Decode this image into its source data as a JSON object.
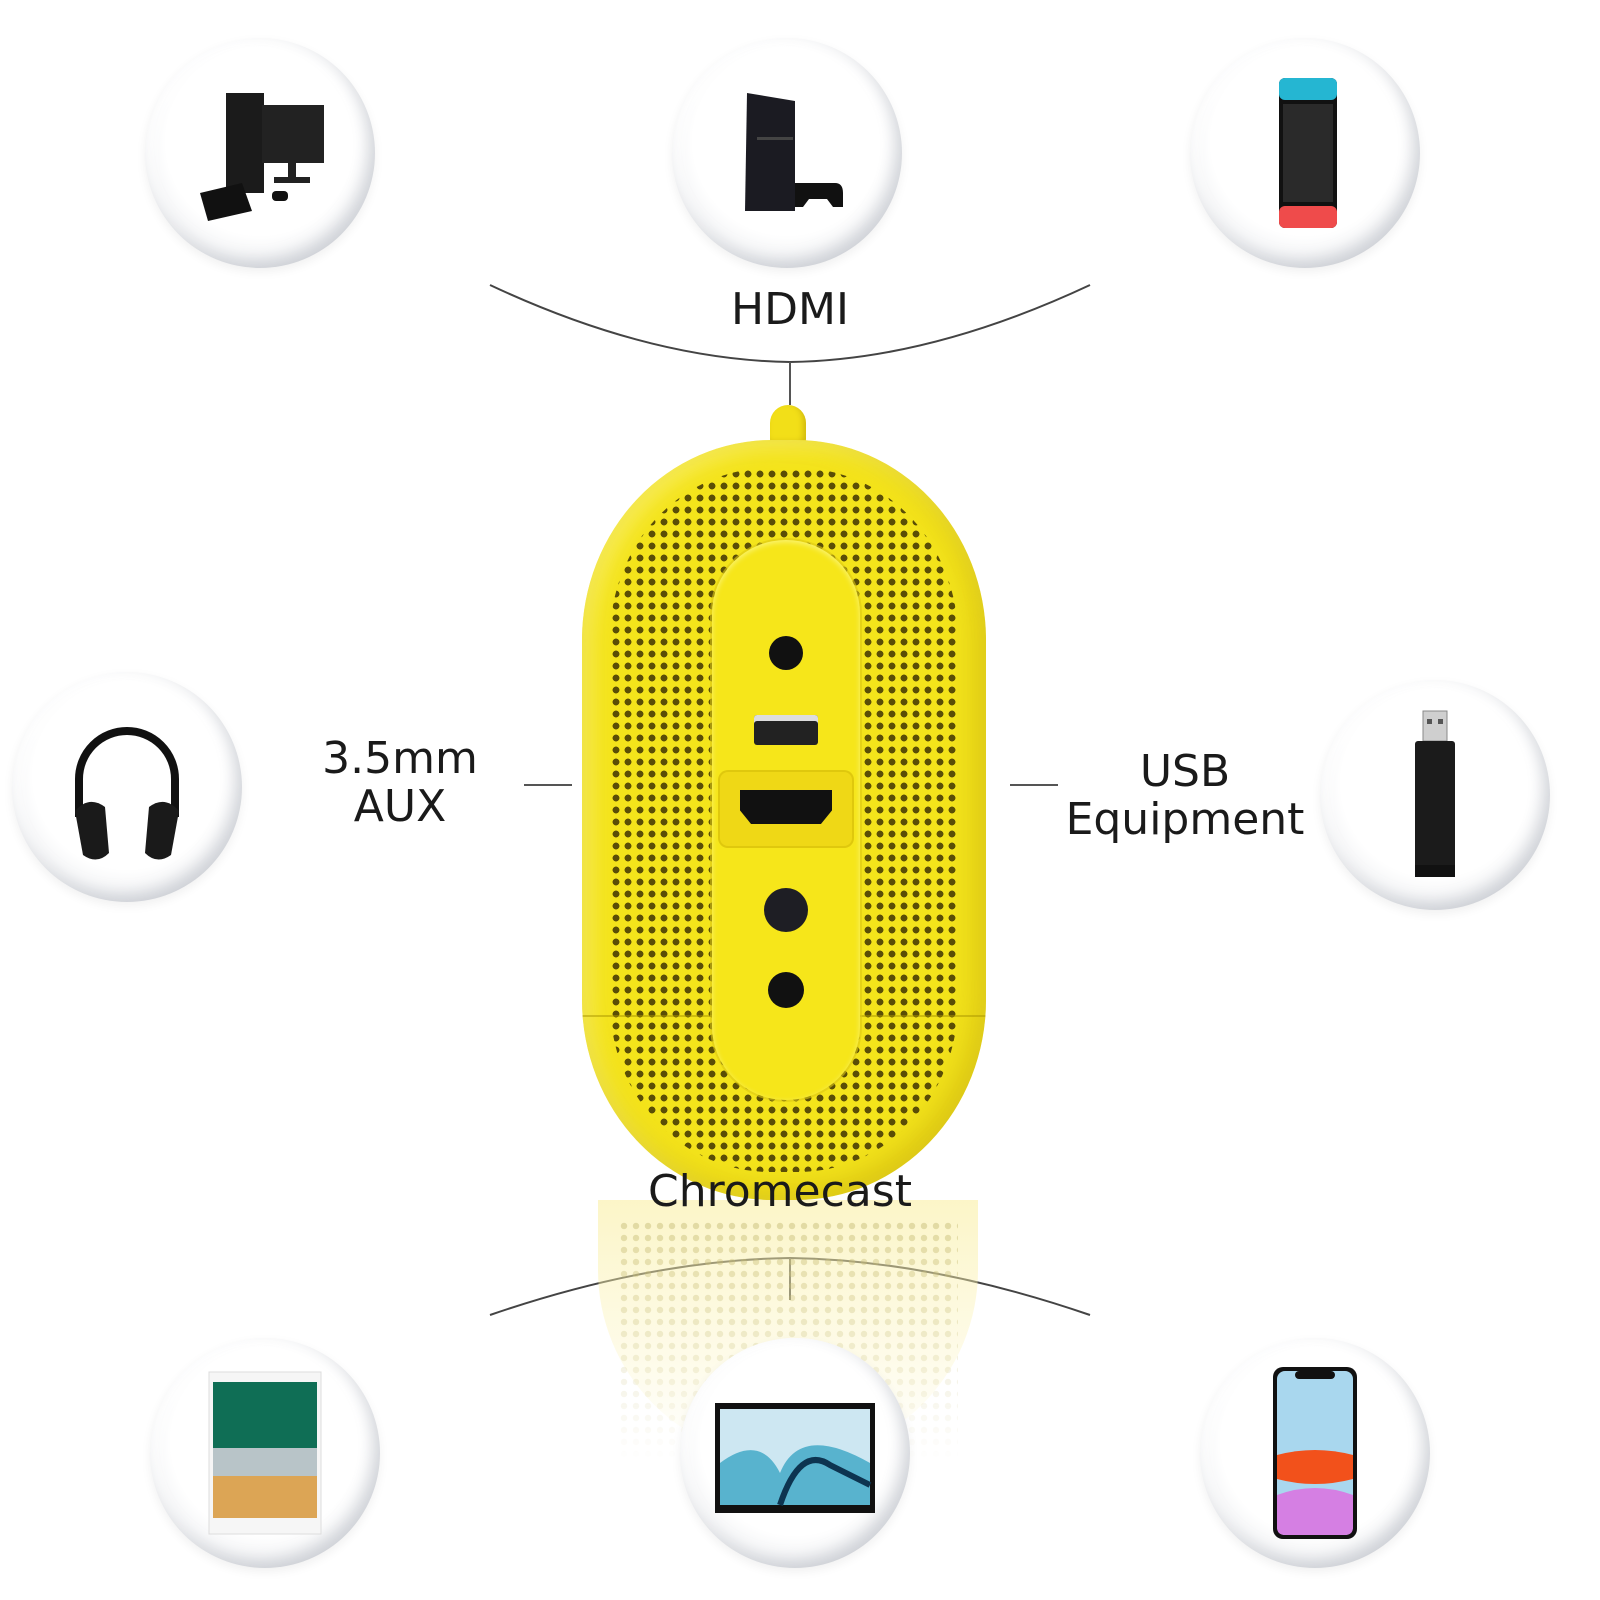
{
  "labels": {
    "hdmi": "HDMI",
    "aux_line1": "3.5mm",
    "aux_line2": "AUX",
    "usb_line1": "USB",
    "usb_line2": "Equipment",
    "chromecast": "Chromecast"
  },
  "devices": {
    "top": [
      {
        "name": "desktop-computer",
        "group": "HDMI"
      },
      {
        "name": "game-console",
        "group": "HDMI"
      },
      {
        "name": "handheld-console",
        "group": "HDMI"
      }
    ],
    "left": {
      "name": "headphones",
      "group": "3.5mm AUX"
    },
    "right": {
      "name": "usb-flash-drive",
      "group": "USB Equipment"
    },
    "bottom": [
      {
        "name": "tablet",
        "group": "Chromecast"
      },
      {
        "name": "laptop",
        "group": "Chromecast"
      },
      {
        "name": "smartphone",
        "group": "Chromecast"
      }
    ]
  },
  "product": {
    "name": "yellow-portable-device",
    "color": "#f4e41b",
    "ports": [
      "audio-jack",
      "usb-a",
      "hdmi",
      "dc-in",
      "reset"
    ]
  },
  "colors": {
    "text": "#1a1a1a",
    "line": "#555555",
    "product_yellow": "#f4e41b"
  }
}
